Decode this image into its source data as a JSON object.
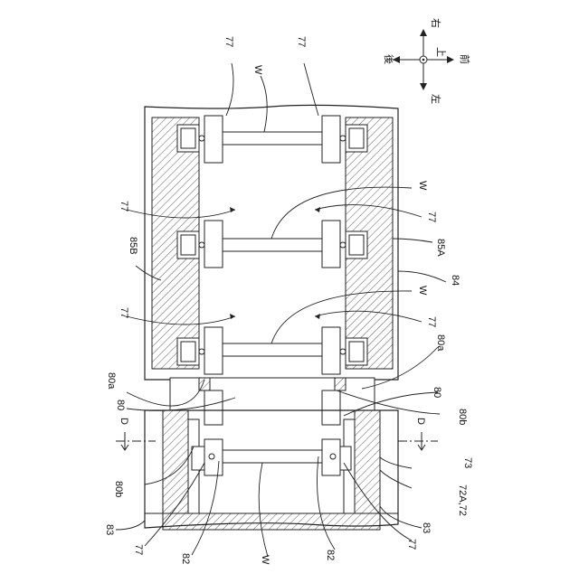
{
  "diagram": {
    "compass": {
      "right": "右",
      "back": "後",
      "up": "上",
      "front": "前",
      "left": "左"
    },
    "labels": {
      "l77": "77",
      "lW": "W",
      "l85A": "85A",
      "l85B": "85B",
      "l84": "84",
      "l80": "80",
      "l80a": "80a",
      "l80b": "80b",
      "lD": "D",
      "l73": "73",
      "l72": "72A,72",
      "l83": "83",
      "l82": "82"
    }
  }
}
